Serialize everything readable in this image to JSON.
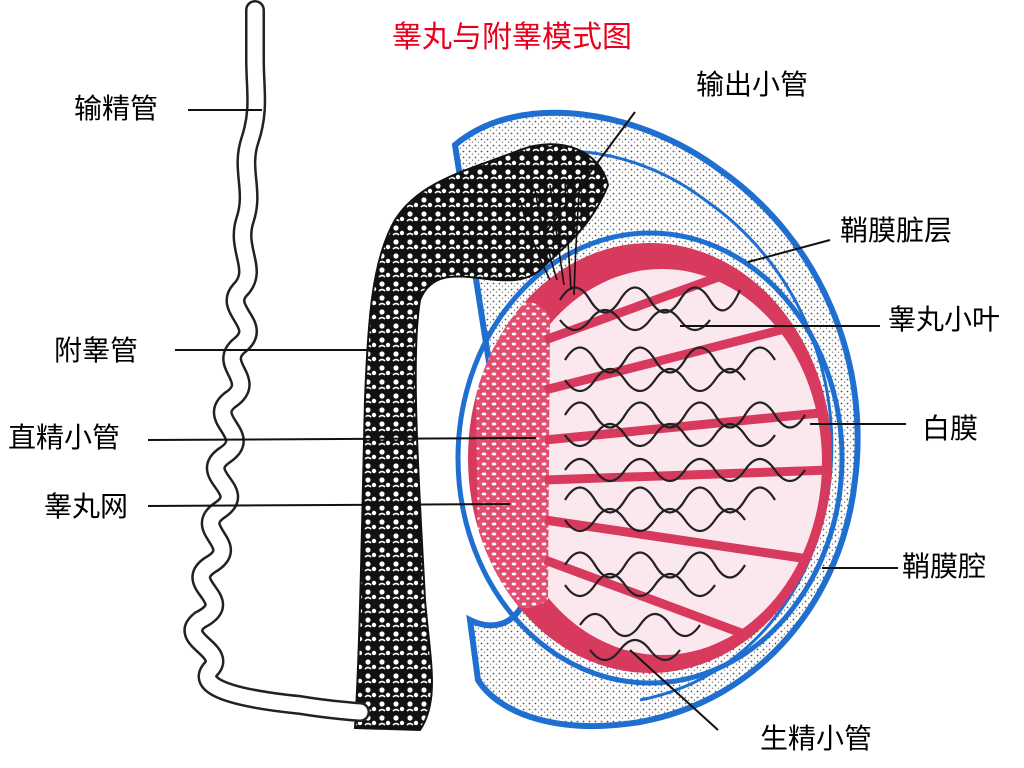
{
  "title": "睾丸与附睾模式图",
  "labels": {
    "vas_deferens": "输精管",
    "efferent_ductules": "输出小管",
    "visceral_tunica_vaginalis": "鞘膜脏层",
    "testicular_lobule": "睾丸小叶",
    "epididymis": "附睾管",
    "straight_tubules": "直精小管",
    "tunica_albuginea": "白膜",
    "rete_testis": "睾丸网",
    "vaginal_cavity": "鞘膜腔",
    "seminiferous_tubules": "生精小管"
  },
  "colors": {
    "title": "#e8001c",
    "tunica": "#1f6fd1",
    "septa": "#d83a5e",
    "septa_fill": "#f4c2cf",
    "ink": "#111111"
  }
}
